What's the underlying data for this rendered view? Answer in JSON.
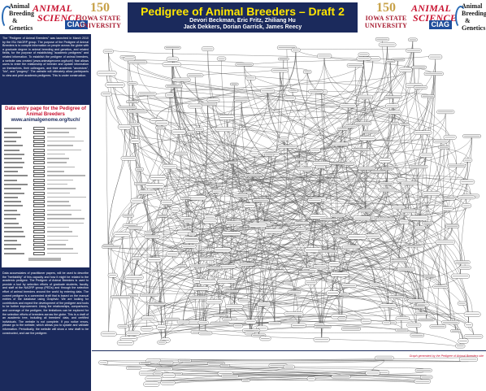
{
  "header": {
    "title": "Pedigree of Animal Breeders – Draft 2",
    "authors_line1": "Devori Beckman, Eric Fritz, Zhiliang Hu",
    "authors_line2": "Jack Dekkers, Dorian Garrick, James Reecy"
  },
  "logos": {
    "animal_breeding": {
      "line1": "Animal",
      "line2": "Breeding",
      "line3": "&",
      "line4": "Genetics"
    },
    "animal_science": {
      "line1": "ANIMAL",
      "line2": "SCIENCE",
      "badge": "CIAG"
    },
    "iowa_state": {
      "anniversary": "150",
      "line1": "IOWA STATE",
      "line2": "UNIVERSITY"
    }
  },
  "left_column": {
    "intro": "The \"Pedigree of Animal Breeders\" was launched in March 2010 by the ISU NAGRP group. The purpose of the Pedigree of Animal Breeders is to compile information on people across the globe with a graduate degree in animal breeding and genetics, and related fields, for the purpose of establishing \"academic pedigrees\" and related information. To establish the pedigree of animal breeders, a website was created (www.animalgenome.org/tuch/) that allows users to enter the relationship of breeder and update information on themselves, their colleagues, and their academic \"ancestors\", \"kin\", and \"progeny\". The website will ultimately allow participants to view and print academic pedigrees. This is under construction.",
    "entry_title": "Data entry page for the Pedigree of Animal Breeders",
    "entry_url": "www.animalgenome.org/tuch/",
    "lower_text": "Data accumulates of practitioner papers, will be used to describe the \"heritability\" of this capacity and how it might be related to the academic pedigree. The Pedigree of Animal Breeders is used to provide a tool by selection efforts of graduate students, faculty, and staff at the NAGRP group (PEDs) and through the selection effort of animal breeders around the world by entering data. The current pedigree is a connected draft that is based on the manual entries of the database using Graphviz. We are looking for contributors and expect the development of the pedigree and tools to be further improvement. Using the relationships, comparisons, and coverage of the pedigree, the limitations can be explored for the selection efforts of breeders across the globe. This is a draft of an academic tree, including all breeders' data, and certified individuals. The website is not complete. If you notice errors, please go to the website, which allows you to update and validate information. Periodically, the website will show a new draft to be constructed, and use the pedigree."
  },
  "diagram": {
    "caption": "Graph generated by the Pedigree of Animal Breeders site"
  }
}
